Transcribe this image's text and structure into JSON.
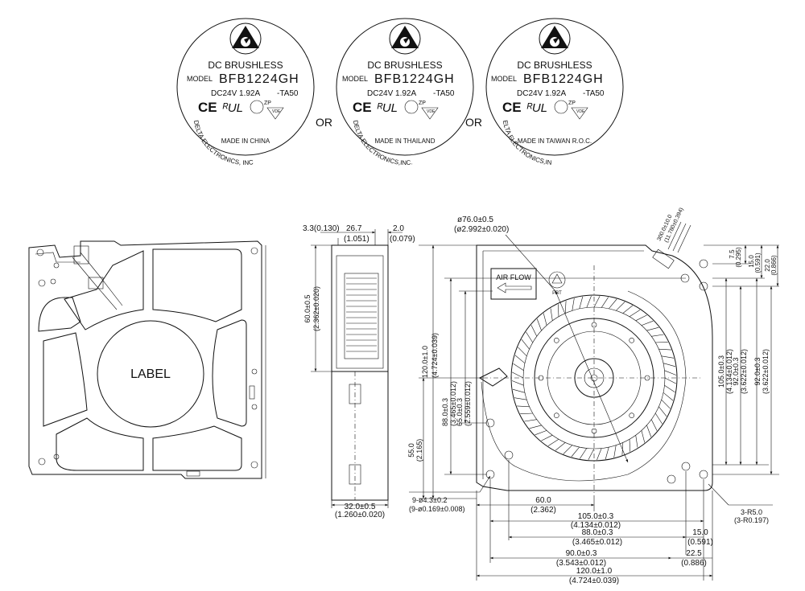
{
  "labels": [
    {
      "header": "DC BRUSHLESS",
      "model_prefix": "MODEL",
      "model": "BFB1224GH",
      "rating": "DC24V  1.92A",
      "suffix": "-TA50",
      "ul_mark": "ZP",
      "vde_mark": "VDE",
      "maker": "DELTA ELECTRONICS, INC",
      "origin": "MADE IN CHINA"
    },
    {
      "header": "DC BRUSHLESS",
      "model_prefix": "MODEL",
      "model": "BFB1224GH",
      "rating": "DC24V  1.92A",
      "suffix": "-TA50",
      "ul_mark": "ZP",
      "vde_mark": "VDE",
      "maker": "DELTA ELECTRONICS,INC.",
      "origin": "MADE IN THAILAND"
    },
    {
      "header": "DC BRUSHLESS",
      "model_prefix": "MODEL",
      "model": "BFB1224GH",
      "rating": "DC24V  1.92A",
      "suffix": "-TA50",
      "ul_mark": "ZP",
      "vde_mark": "VDE",
      "maker": "ELTA ELECTRONICS,IN",
      "origin": "MADE IN TAIWAN R.O.C."
    }
  ],
  "or_text": "OR",
  "front_view": {
    "label": "LABEL"
  },
  "side_view": {
    "dim_top_a": "3.3(0.130)",
    "dim_top_b": "26.7",
    "dim_top_b_in": "(1.051)",
    "dim_top_c": "2.0",
    "dim_top_c_in": "(0.079)",
    "dim_height": "60.0±0.5",
    "dim_height_in": "(2.362±0.020)",
    "dim_bottom": "32.0±0.5",
    "dim_bottom_in": "(1.260±0.020)"
  },
  "top_view": {
    "air_flow": "AIR FLOW",
    "pbt": "PBT",
    "inlet_dia": "ø76.0±0.5",
    "inlet_dia_in": "(ø2.992±0.020)",
    "lead_length": "300.0±10.0",
    "lead_length_in": "(11.780±0.394)",
    "dim_v120": "120.0±1.0",
    "dim_v120_in": "(4.724±0.039)",
    "dim_v88": "88.0±0.3",
    "dim_v88_in": "(3.465±0.012)",
    "dim_v65": "65.0±0.3",
    "dim_v65_in": "(2.559±0.012)",
    "dim_v55": "55.0",
    "dim_v55_in": "(2.165)",
    "dim_r75": "7.5",
    "dim_r75_in": "(0.295)",
    "dim_r15": "15.0",
    "dim_r15_in": "(0.591)",
    "dim_r22": "22.0",
    "dim_r22_in": "(0.866)",
    "dim_r105": "105.0±0.3",
    "dim_r105_in": "(4.134±0.012)",
    "dim_r92a": "92.0±0.3",
    "dim_r92a_in": "(3.622±0.012)",
    "dim_r92b": "92.0±0.3",
    "dim_r92b_in": "(3.622±0.012)",
    "holes": "9-ø4.3±0.2",
    "holes_in": "(9-ø0.169±0.008)",
    "dim_h60": "60.0",
    "dim_h60_in": "(2.362)",
    "dim_h105": "105.0±0.3",
    "dim_h105_in": "(4.134±0.012)",
    "dim_h88": "88.0±0.3",
    "dim_h88_in": "(3.465±0.012)",
    "dim_h15": "15.0",
    "dim_h15_in": "(0.591)",
    "dim_h90": "90.0±0.3",
    "dim_h90_in": "(3.543±0.012)",
    "dim_h225": "22.5",
    "dim_h225_in": "(0.886)",
    "dim_h120": "120.0±1.0",
    "dim_h120_in": "(4.724±0.039)",
    "radius": "3-R5.0",
    "radius_in": "(3-R0.197)"
  }
}
